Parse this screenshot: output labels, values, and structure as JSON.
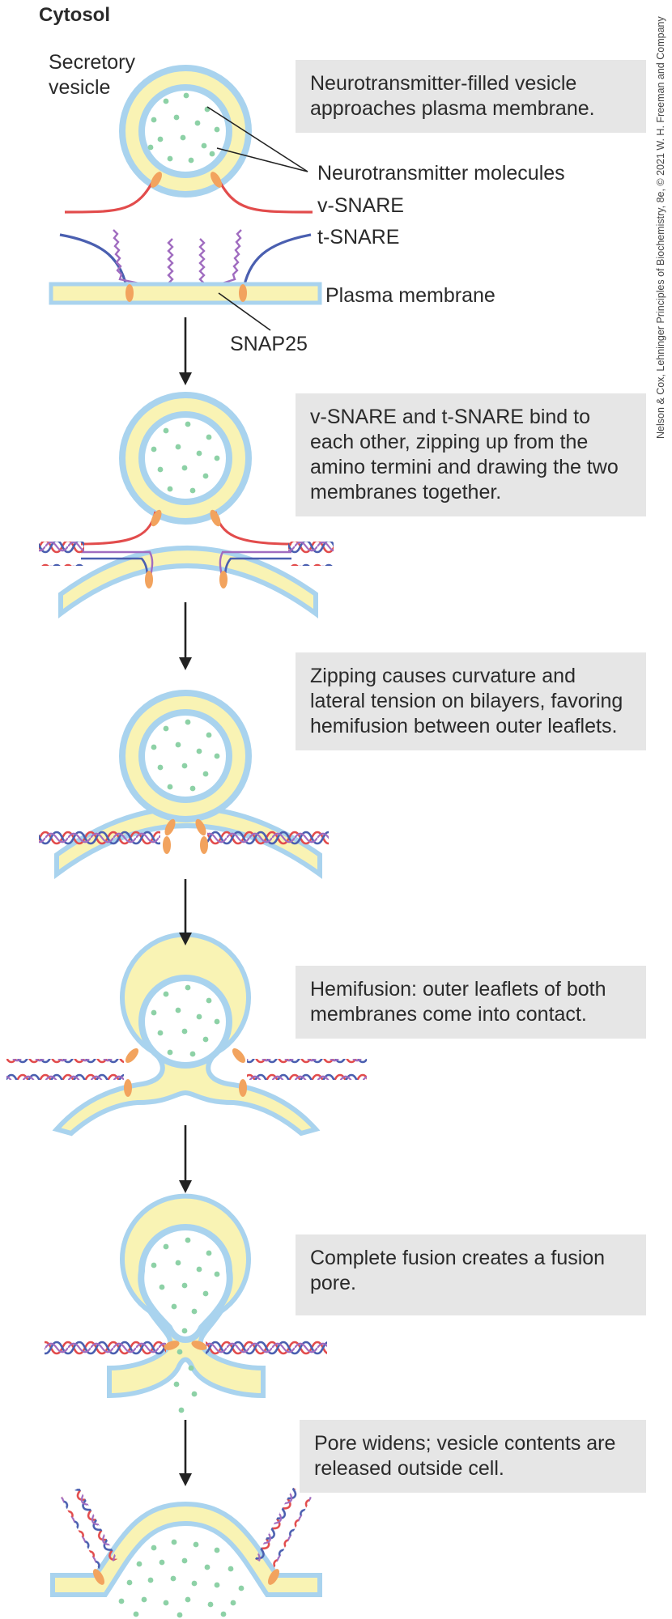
{
  "header": {
    "title": "Cytosol"
  },
  "credit": "Nelson & Cox, Lehninger Principles of Biochemistry, 8e, © 2021 W. H. Freeman and Company",
  "labels": {
    "secretory_vesicle": [
      "Secretory",
      "vesicle"
    ],
    "neurotransmitter": "Neurotransmitter molecules",
    "v_snare": "v-SNARE",
    "t_snare": "t-SNARE",
    "plasma_membrane": "Plasma membrane",
    "snap25": "SNAP25"
  },
  "steps": [
    {
      "caption": "Neurotransmitter-filled vesicle approaches plasma membrane."
    },
    {
      "caption": "v-SNARE and t-SNARE bind to each other, zipping up from the amino termini and drawing the two membranes together."
    },
    {
      "caption": "Zipping causes curvature and lateral tension on bilayers, favoring hemifusion between outer leaflets."
    },
    {
      "caption": "Hemifusion: outer leaflets of both membranes come into contact."
    },
    {
      "caption": "Complete fusion creates a fusion pore."
    },
    {
      "caption": "Pore widens; vesicle contents are released outside cell."
    }
  ],
  "colors": {
    "membrane_outline": "#a9d3ee",
    "membrane_fill": "#f9f3b4",
    "neurotransmitter_dot": "#8dd1a6",
    "v_snare": "#e24c4c",
    "t_snare": "#4a5fb0",
    "snap25": "#a06cc0",
    "anchor": "#f2a35e"
  }
}
